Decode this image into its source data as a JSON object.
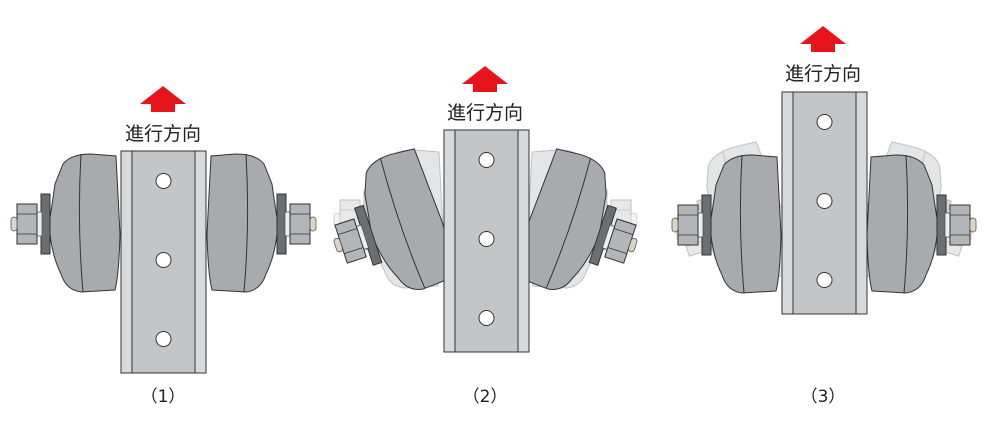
{
  "panels": [
    {
      "direction_label": "進行方向",
      "caption": "（1）"
    },
    {
      "direction_label": "進行方向",
      "caption": "（2）"
    },
    {
      "direction_label": "進行方向",
      "caption": "（3）"
    }
  ],
  "colors": {
    "arrow": "#e8141c",
    "rail": "#c4c5c7",
    "rail_edge": "#d8d9da",
    "wheel": "#a9aaad",
    "washer": "#6d6e71"
  }
}
